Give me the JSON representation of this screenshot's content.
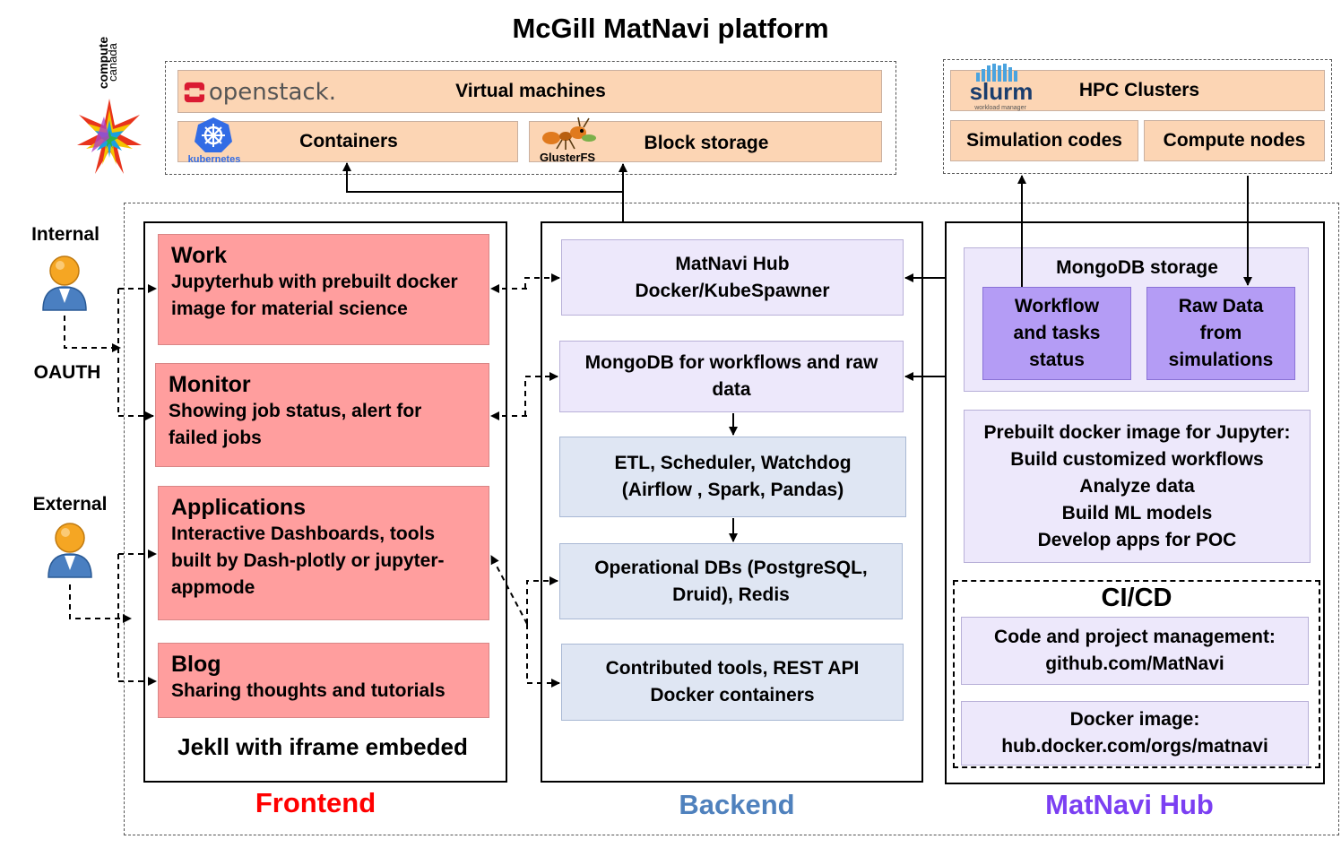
{
  "title": "McGill MatNavi platform",
  "compute_canada": {
    "line1": "compute",
    "line2": "canada"
  },
  "cloud": {
    "openstack_logo": "openstack.",
    "virtual_machines": "Virtual machines",
    "kubernetes_logo": "kubernetes",
    "containers": "Containers",
    "glusterfs_logo": "GlusterFS",
    "block_storage": "Block storage"
  },
  "hpc": {
    "slurm_logo": "slurm",
    "slurm_sub": "workload manager",
    "clusters": "HPC Clusters",
    "simulation_codes": "Simulation codes",
    "compute_nodes": "Compute nodes"
  },
  "users": {
    "internal": "Internal",
    "oauth": "OAUTH",
    "external": "External"
  },
  "frontend": {
    "work_title": "Work",
    "work_desc": "Jupyterhub with prebuilt docker image for material science",
    "monitor_title": "Monitor",
    "monitor_desc": "Showing job status, alert for failed jobs",
    "apps_title": "Applications",
    "apps_desc": "Interactive Dashboards, tools built by Dash-plotly or jupyter-appmode",
    "blog_title": "Blog",
    "blog_desc": "Sharing thoughts and tutorials",
    "footer": "Jekll with iframe embeded",
    "label": "Frontend"
  },
  "backend": {
    "hub": "MatNavi Hub\nDocker/KubeSpawner",
    "mongodb": "MongoDB for workflows and raw data",
    "etl": "ETL, Scheduler, Watchdog\n(Airflow , Spark, Pandas)",
    "dbs": "Operational DBs (PostgreSQL,\nDruid), Redis",
    "tools": "Contributed tools, REST API\nDocker containers",
    "label": "Backend"
  },
  "hub": {
    "mongodb_storage": "MongoDB storage",
    "workflow": "Workflow\nand tasks\nstatus",
    "raw_data": "Raw Data\nfrom\nsimulations",
    "prebuilt": "Prebuilt docker image for Jupyter:\nBuild customized workflows\nAnalyze data\nBuild ML models\nDevelop apps for POC",
    "cicd": "CI/CD",
    "code_mgmt": "Code and project management:\ngithub.com/MatNavi",
    "docker_image": "Docker image:\nhub.docker.com/orgs/matnavi",
    "label": "MatNavi Hub"
  },
  "colors": {
    "frontend_label": "#ff0000",
    "backend_label": "#4f81bd",
    "hub_label": "#7b3ff2",
    "peach": "#fcd5b4",
    "pink": "#ff9e9e",
    "lavender": "#ede8fb",
    "purple": "#b49cf5"
  },
  "icons": [
    "compute-canada-logo-icon",
    "openstack-logo-icon",
    "kubernetes-logo-icon",
    "glusterfs-ant-icon",
    "slurm-logo-icon",
    "user-internal-icon",
    "user-external-icon"
  ]
}
